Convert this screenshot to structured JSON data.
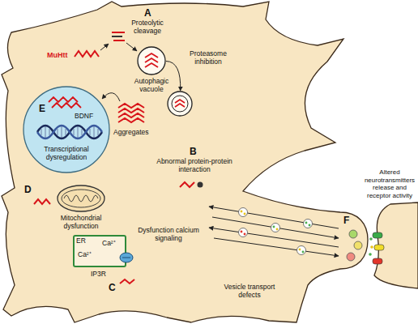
{
  "diagram": {
    "nodes": [
      {
        "text": [
          "Autophagic vacuole"
        ]
      },
      {
        "text": [
          "Proteasome inhibition"
        ]
      },
      {
        "text": [
          "BDNF",
          "Transcriptional dysregulation"
        ]
      },
      {
        "text": [
          "Mitochondrial dysfunction"
        ]
      },
      {
        "text": [
          "ER",
          "Ca²⁺"
        ]
      }
    ],
    "edges": [
      {
        "from": 0,
        "to": 1,
        "arrow": "to"
      }
    ],
    "labels": [
      "A",
      "Proteolytic cleavage",
      "MuHtt",
      "Aggregates",
      "E",
      "B",
      "Abnormal protein-protein interaction",
      "D",
      "Ca²⁺",
      "IP3R",
      "C",
      "Dysfunction calcium signaling",
      "Vesicle transport defects",
      "F",
      "Altered neurotransmitters release and receptor activity"
    ]
  }
}
